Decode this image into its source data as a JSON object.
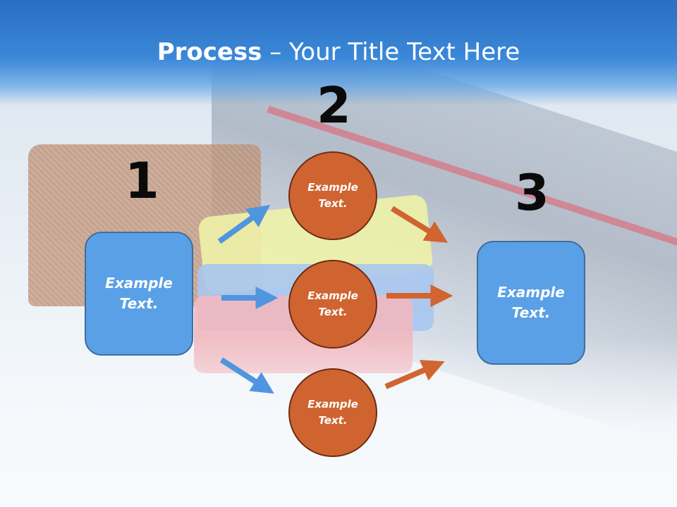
{
  "slide": {
    "title_bold": "Process",
    "title_rest": " – Your Title Text Here"
  },
  "steps": {
    "step1": {
      "number": "1",
      "text_line1": "Example",
      "text_line2": "Text."
    },
    "step2_number": "2",
    "step3": {
      "number": "3",
      "text_line1": "Example",
      "text_line2": "Text."
    }
  },
  "circles": [
    {
      "text_line1": "Example",
      "text_line2": "Text."
    },
    {
      "text_line1": "Example",
      "text_line2": "Text."
    },
    {
      "text_line1": "Example",
      "text_line2": "Text."
    }
  ],
  "colors": {
    "header_blue": "#2a6fc2",
    "box_blue": "#5aa0e6",
    "circle_orange": "#cf6431",
    "arrow_blue": "#4f95e0",
    "arrow_orange": "#d2642f"
  }
}
